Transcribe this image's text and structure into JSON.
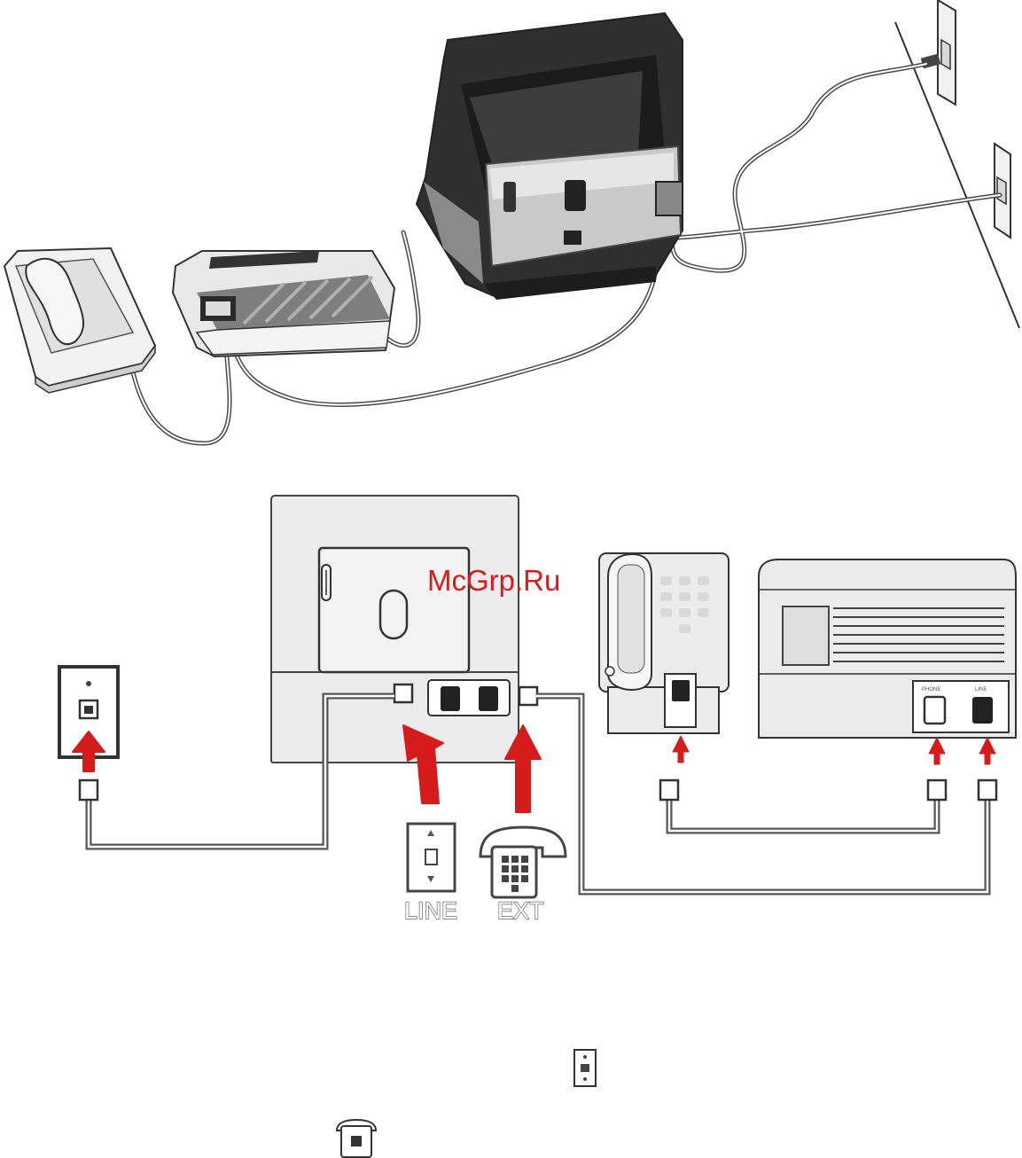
{
  "watermark": "McGrp.Ru",
  "labels": {
    "line": "LINE",
    "ext": "EXT",
    "fax_port_phone": "PHONE",
    "fax_port_line": "LINE"
  },
  "icons": [
    "wall-jack-icon",
    "telephone-icon",
    "red-arrow-icon"
  ],
  "colors": {
    "arrow": "#d61b1b",
    "outline": "#3a3a3a",
    "panel_fill": "#ececec",
    "watermark": "#d81c1c"
  }
}
